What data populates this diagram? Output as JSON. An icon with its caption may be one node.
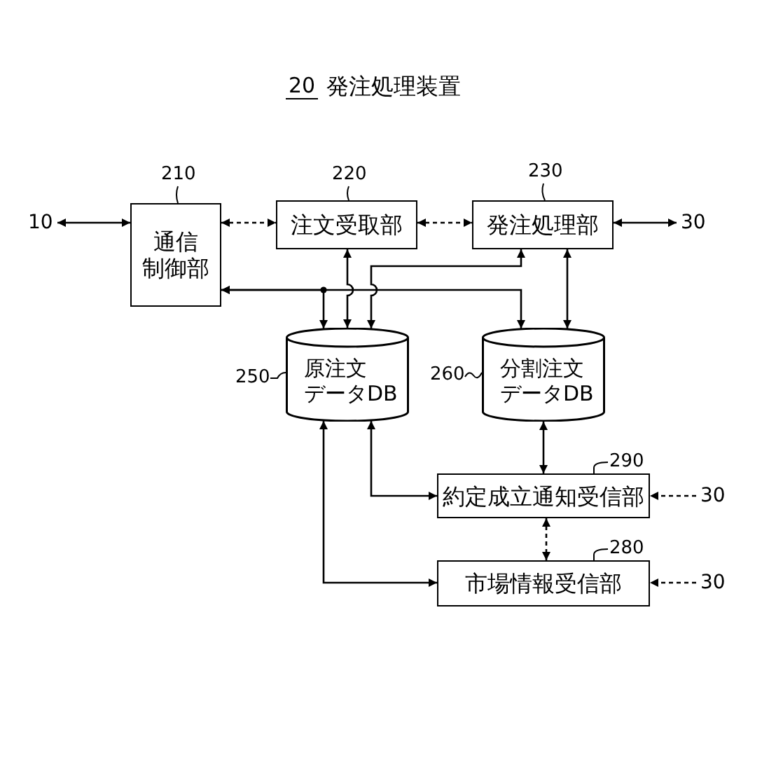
{
  "diagram": {
    "title": "発注処理装置",
    "nodes": [
      {
        "text": [
          "210"
        ]
      },
      {
        "text": [
          "220"
        ]
      },
      {
        "text": [
          "230"
        ]
      },
      {
        "text": [
          "10"
        ]
      },
      {
        "text": [
          "通信制御部"
        ]
      },
      {
        "text": [
          "注文受取部"
        ]
      },
      {
        "text": [
          "発注処理部"
        ]
      },
      {
        "text": [
          "30"
        ]
      },
      {
        "text": [
          "250"
        ]
      },
      {
        "text": [
          "原注文データDB"
        ]
      },
      {
        "text": [
          "260"
        ]
      },
      {
        "text": [
          "分割注文データDB"
        ]
      },
      {
        "text": [
          "290"
        ]
      },
      {
        "text": [
          "約定成立通知受信部"
        ]
      },
      {
        "text": [
          "30"
        ]
      },
      {
        "text": [
          "280"
        ]
      },
      {
        "text": [
          "市場情報受信部"
        ]
      },
      {
        "text": [
          "30"
        ]
      }
    ],
    "edges": [
      {
        "from": 0,
        "to": 4,
        "arrow": "none"
      },
      {
        "from": 1,
        "to": 5,
        "arrow": "none"
      },
      {
        "from": 2,
        "to": 6,
        "arrow": "none"
      },
      {
        "from": 8,
        "to": 9,
        "arrow": "none"
      },
      {
        "from": 10,
        "to": 11,
        "arrow": "none"
      },
      {
        "from": 12,
        "to": 13,
        "arrow": "none"
      },
      {
        "from": 15,
        "to": 16,
        "arrow": "none"
      },
      {
        "from": 3,
        "to": 4,
        "arrow": "both"
      },
      {
        "from": 4,
        "to": 5,
        "arrow": "both",
        "style": "dashed"
      },
      {
        "from": 5,
        "to": 6,
        "arrow": "both",
        "style": "dashed"
      },
      {
        "from": 6,
        "to": 7,
        "arrow": "both"
      },
      {
        "from": 4,
        "to": 9,
        "arrow": "both"
      },
      {
        "from": 4,
        "to": 11,
        "arrow": "both"
      },
      {
        "from": 5,
        "to": 9,
        "arrow": "both"
      },
      {
        "from": 6,
        "to": 9,
        "arrow": "both"
      },
      {
        "from": 6,
        "to": 11,
        "arrow": "both"
      },
      {
        "from": 11,
        "to": 13,
        "arrow": "both"
      },
      {
        "from": 9,
        "to": 13,
        "arrow": "both"
      },
      {
        "from": 9,
        "to": 16,
        "arrow": "both"
      },
      {
        "from": 13,
        "to": 16,
        "arrow": "both",
        "style": "dashed"
      },
      {
        "from": 14,
        "to": 13,
        "arrow": "to",
        "style": "dashed"
      },
      {
        "from": 17,
        "to": 16,
        "arrow": "to",
        "style": "dashed"
      }
    ],
    "labels": [
      "20"
    ]
  }
}
